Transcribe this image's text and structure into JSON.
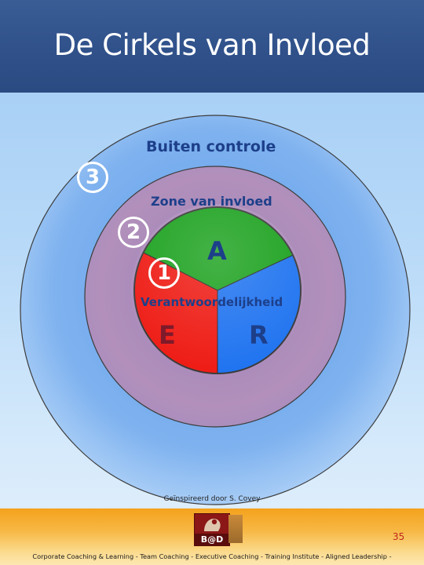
{
  "title": "De Cirkels van Invloed",
  "diagram": {
    "outer_label": "Buiten controle",
    "middle_label": "Zone van invloed",
    "inner_label": "Verantwoordelijkheid",
    "numbers": [
      "3",
      "2",
      "1"
    ],
    "segments": [
      {
        "letter": "A",
        "color": "#1ba11e"
      },
      {
        "letter": "E",
        "color": "#ee1b14"
      },
      {
        "letter": "R",
        "color": "#1f73f0"
      }
    ],
    "colors": {
      "outer": "#87b9f2",
      "middle": "#b08fb9",
      "label_text": "#1d3f8a"
    }
  },
  "credit": "Geïnspireerd door S. Covey",
  "footer": {
    "logo_text": "B@D",
    "page_number": "35",
    "tagline": "Corporate Coaching & Learning - Team Coaching - Executive Coaching - Training Institute - Aligned Leadership -"
  }
}
